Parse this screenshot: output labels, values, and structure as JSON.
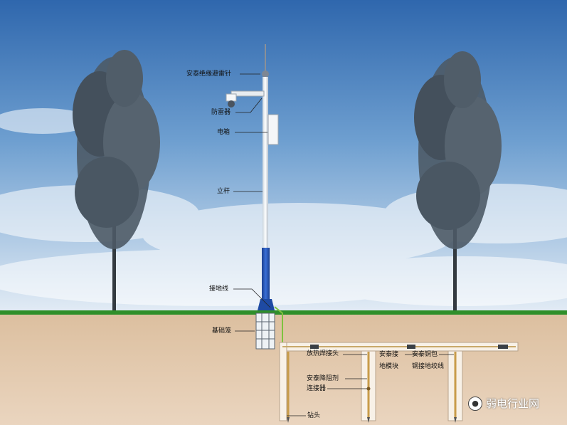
{
  "labels": {
    "lightning_rod": "安泰绝缘避雷针",
    "surge_protector": "防雷器",
    "electric_box": "电箱",
    "pole": "立杆",
    "ground_wire": "接地线",
    "foundation_cage": "基础笼",
    "exothermic_joint": "放热焊接头",
    "grounding_module_1": "安泰接",
    "grounding_module_2": "地模块",
    "copper_clad_1": "安泰铜包",
    "copper_clad_2": "钢接地绞线",
    "resistance_reducer": "安泰降阻剂",
    "connector": "连接器",
    "drill_bit": "钻头"
  },
  "watermark": {
    "text": "弱电行业网",
    "icon": "wechat-icon"
  },
  "colors": {
    "sky_top": "#3a71b4",
    "sky_bottom": "#dfe9f3",
    "grass": "#2f8f2a",
    "soil": "#e4c9ad",
    "pole_white": "#f2f4f6",
    "pole_blue": "#2456b8",
    "trench": "#f6efe6",
    "rod": "#c89c4a"
  }
}
